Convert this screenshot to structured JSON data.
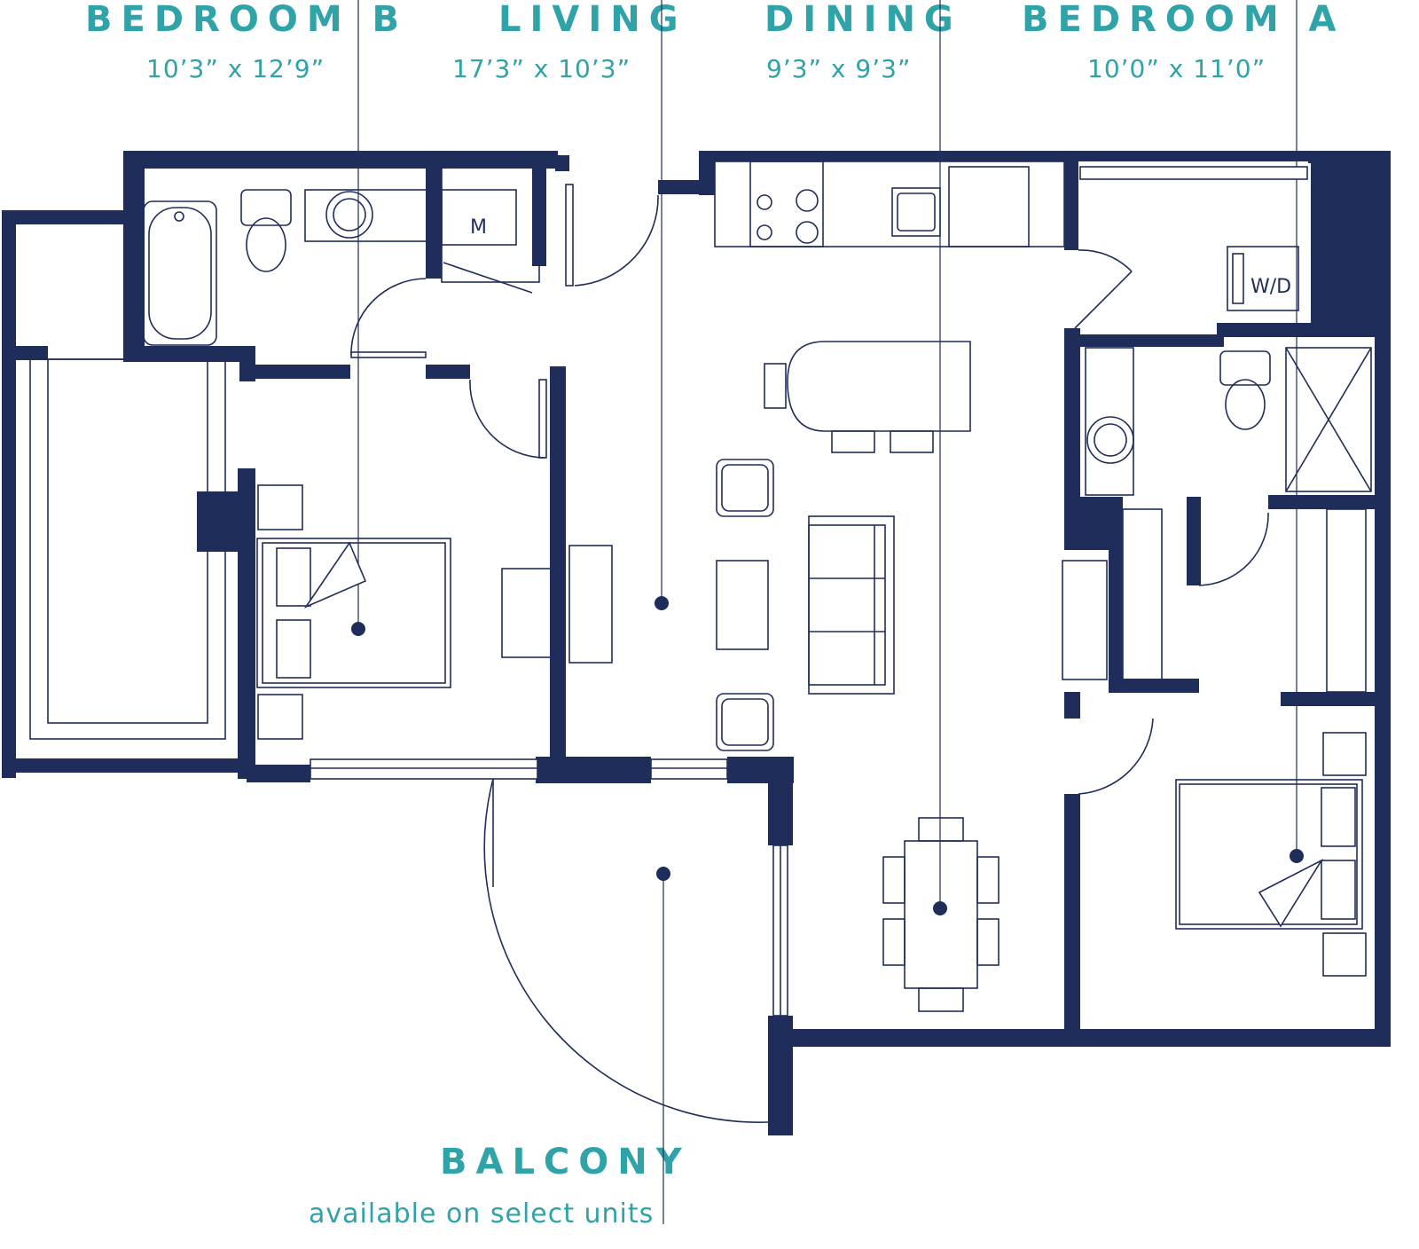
{
  "rooms": {
    "bedroom_b": {
      "name": "BEDROOM B",
      "dims": "10’3” x 12’9”"
    },
    "living": {
      "name": "LIVING",
      "dims": "17’3” x 10’3”"
    },
    "dining": {
      "name": "DINING",
      "dims": "9’3” x 9’3”"
    },
    "bedroom_a": {
      "name": "BEDROOM A",
      "dims": "10’0” x 11’0”"
    },
    "balcony": {
      "name": "BALCONY",
      "note": "available on select units"
    }
  },
  "fixtures": {
    "mechanical_label": "M",
    "washer_dryer_label": "W/D"
  },
  "colors": {
    "label_teal": "#2fa3a8",
    "wall_navy": "#1f2d5a"
  }
}
